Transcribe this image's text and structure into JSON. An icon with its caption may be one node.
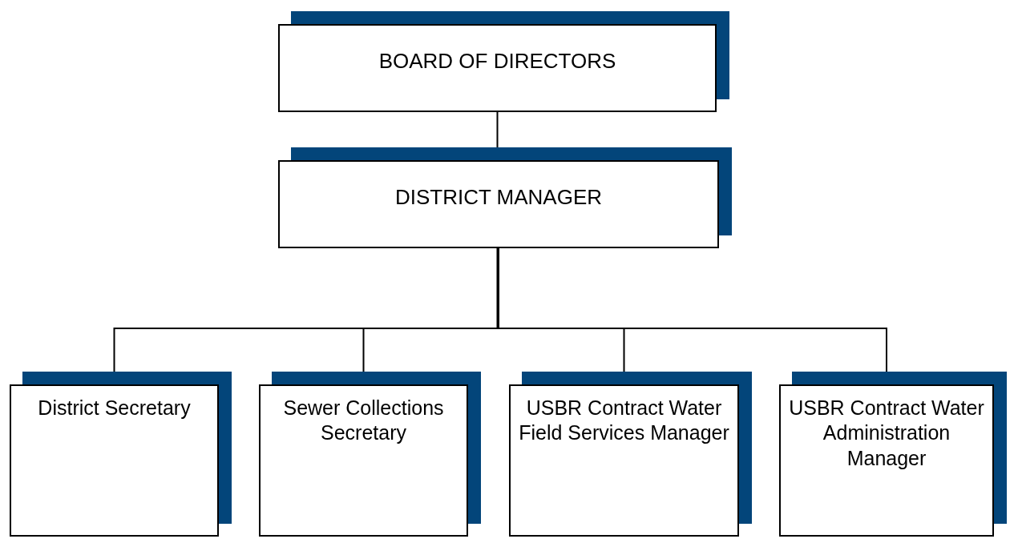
{
  "diagram": {
    "nodes": [
      {
        "text": [
          "BOARD OF DIRECTORS"
        ]
      },
      {
        "text": [
          "DISTRICT MANAGER"
        ]
      },
      {
        "text": [
          "District Secretary"
        ]
      },
      {
        "text": [
          "Sewer Collections Secretary"
        ]
      },
      {
        "text": [
          "USBR Contract Water Field Services Manager"
        ]
      },
      {
        "text": [
          "USBR Contract Water Administration Manager"
        ]
      }
    ],
    "edges": [
      {
        "from": 0,
        "to": 1,
        "arrow": "none"
      },
      {
        "from": 1,
        "to": 2,
        "arrow": "none"
      },
      {
        "from": 1,
        "to": 3,
        "arrow": "none"
      },
      {
        "from": 1,
        "to": 4,
        "arrow": "none"
      },
      {
        "from": 1,
        "to": 5,
        "arrow": "none"
      }
    ]
  }
}
